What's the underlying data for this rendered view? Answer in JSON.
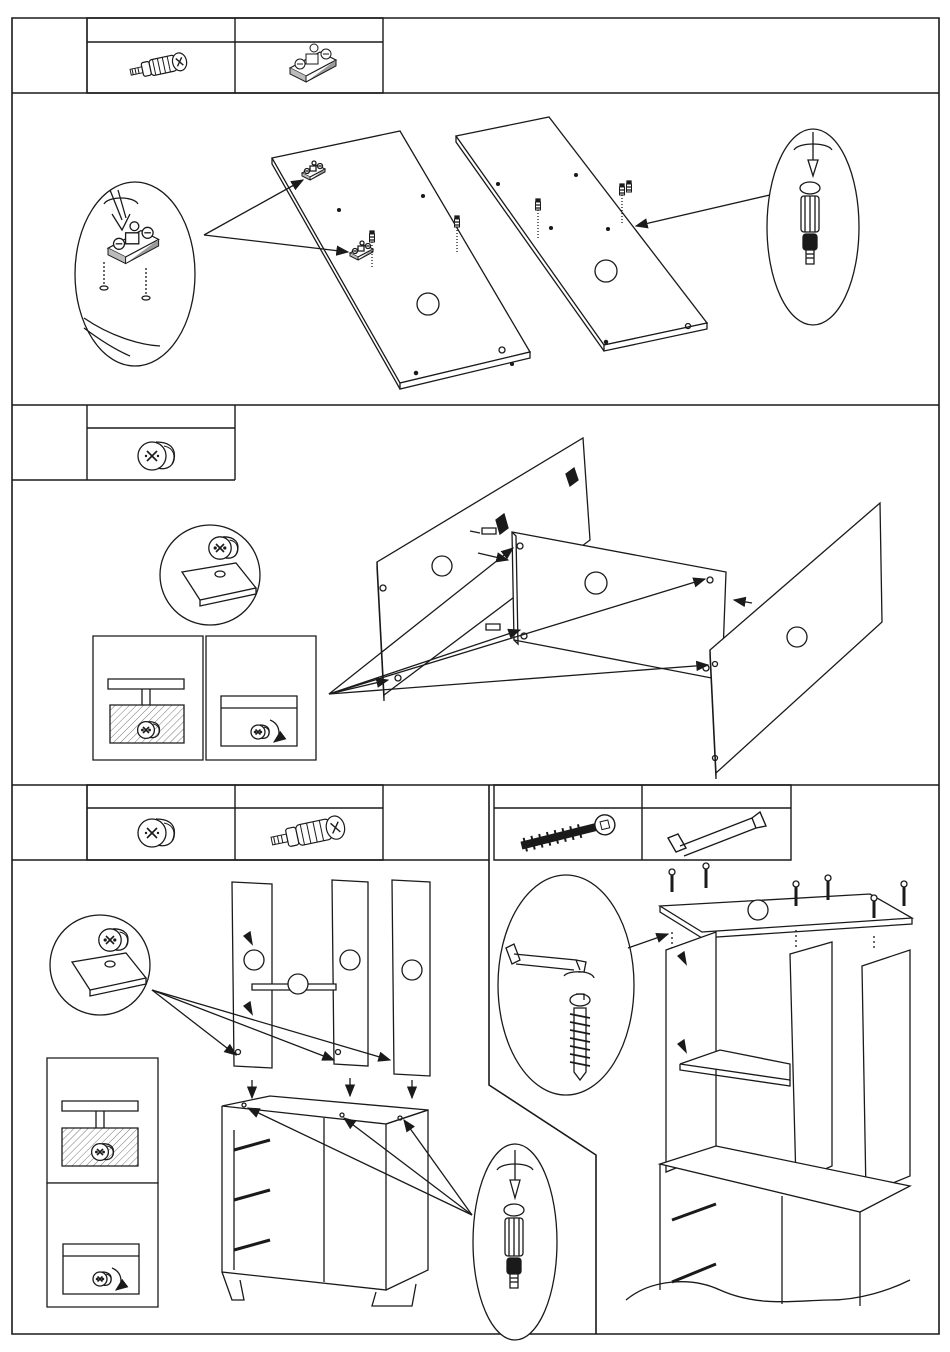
{
  "page": {
    "kind": "furniture assembly instruction sheet",
    "text_labels": []
  },
  "steps": [
    {
      "id": "step-1",
      "parts_shown": [
        "cam-bolt-dowel",
        "hinge-mounting-plate"
      ],
      "insets": [
        "hinge-plate-screwdriver-detail",
        "cam-dowel-screwdriver-detail"
      ]
    },
    {
      "id": "step-2",
      "parts_shown": [
        "cam-lock-nut"
      ],
      "insets": [
        "cam-lock-insert-detail",
        "cam-lock-section-detail",
        "cam-lock-rotate-detail"
      ]
    },
    {
      "id": "step-3",
      "parts_shown": [
        "cam-lock-nut",
        "cam-bolt-dowel"
      ],
      "insets": [
        "cam-lock-insert-detail",
        "cam-lock-section-detail",
        "cam-lock-rotate-detail",
        "cam-dowel-screwdriver-detail"
      ]
    },
    {
      "id": "step-4",
      "parts_shown": [
        "confirmat-screw",
        "allen-key"
      ],
      "insets": [
        "allen-key-screw-detail"
      ]
    }
  ],
  "colors": {
    "line": "#1a1a1a",
    "paper": "#ffffff",
    "hatch": "#555555"
  }
}
